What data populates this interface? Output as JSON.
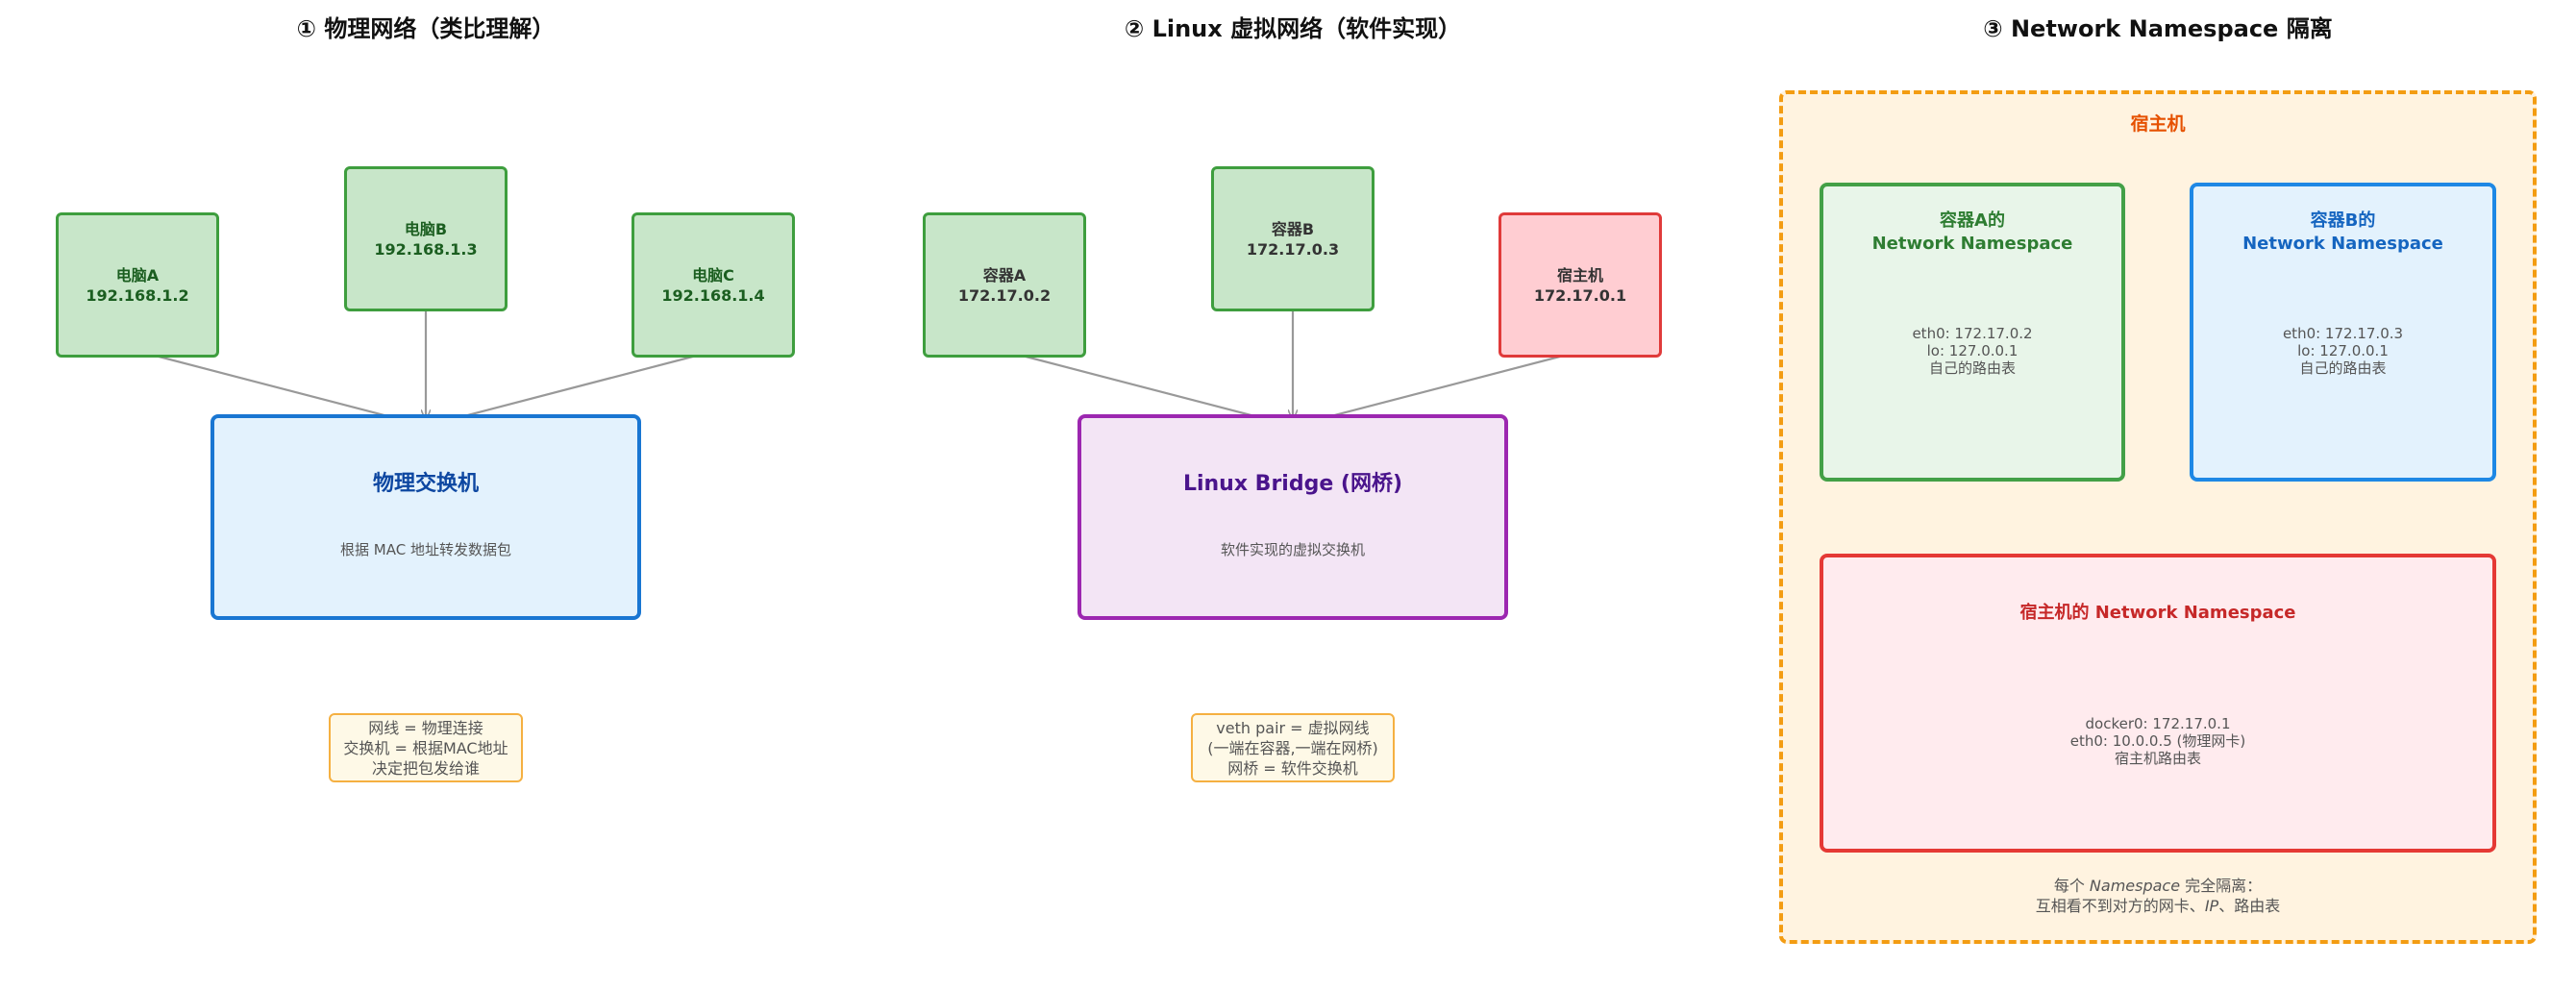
{
  "panels": {
    "physical": {
      "title": "① 物理网络（类比理解）",
      "nodes": [
        {
          "name": "电脑A",
          "ip": "192.168.1.2"
        },
        {
          "name": "电脑B",
          "ip": "192.168.1.3"
        },
        {
          "name": "电脑C",
          "ip": "192.168.1.4"
        }
      ],
      "switch": {
        "title": "物理交换机",
        "subtitle": "根据 MAC 地址转发数据包"
      },
      "note": [
        "网线 = 物理连接",
        "交换机 = 根据MAC地址",
        "决定把包发给谁"
      ]
    },
    "linux": {
      "title": "② Linux 虚拟网络（软件实现）",
      "nodes": [
        {
          "name": "容器A",
          "ip": "172.17.0.2"
        },
        {
          "name": "容器B",
          "ip": "172.17.0.3"
        },
        {
          "name": "宿主机",
          "ip": "172.17.0.1"
        }
      ],
      "switch": {
        "title": "Linux Bridge (网桥)",
        "subtitle": "软件实现的虚拟交换机"
      },
      "note": [
        "veth pair = 虚拟网线",
        "(一端在容器,一端在网桥)",
        "网桥 = 软件交换机"
      ]
    },
    "namespace": {
      "title": "③ Network Namespace 隔离",
      "host_label": "宿主机",
      "ns_a": {
        "title": [
          "容器A的",
          "Network Namespace"
        ],
        "lines": [
          "eth0: 172.17.0.2",
          "lo: 127.0.0.1",
          "自己的路由表"
        ]
      },
      "ns_b": {
        "title": [
          "容器B的",
          "Network Namespace"
        ],
        "lines": [
          "eth0: 172.17.0.3",
          "lo: 127.0.0.1",
          "自己的路由表"
        ]
      },
      "ns_host": {
        "title": "宿主机的 Network Namespace",
        "lines": [
          "docker0: 172.17.0.1",
          "eth0: 10.0.0.5 (物理网卡)",
          "宿主机路由表"
        ]
      },
      "footer": {
        "line1_prefix": "每个 ",
        "line1_em": "Namespace",
        "line1_suffix": " 完全隔离：",
        "line2_a": "互相看不到对方的网卡、",
        "line2_em": "IP",
        "line2_b": "、路由表"
      }
    }
  },
  "colors": {
    "node_border": "#3e9e3e",
    "node_fill": "#c8e6c9",
    "host_node_border": "#e03a3a",
    "host_node_fill": "#ffcdd2",
    "physical_switch_border": "#1976d2",
    "bridge_border": "#9c27b0",
    "host_region_border": "#f39c12",
    "wire": "#999999"
  }
}
